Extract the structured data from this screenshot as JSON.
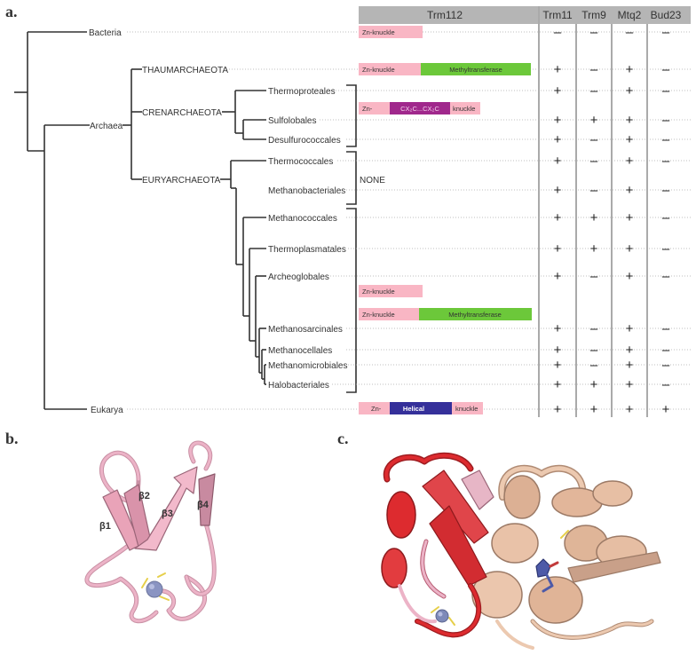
{
  "panels": {
    "a": "a.",
    "b": "b.",
    "c": "c."
  },
  "table_headers": [
    "Trm112",
    "Trm11",
    "Trm9",
    "Mtq2",
    "Bud23"
  ],
  "taxa": {
    "bacteria": "Bacteria",
    "archaea": "Archaea",
    "eukarya": "Eukarya",
    "thaum": "THAUMARCHAEOTA",
    "cren": "CRENARCHAEOTA",
    "eury": "EURYARCHAEOTA",
    "thermoproteales": "Thermoproteales",
    "sulfolobales": "Sulfolobales",
    "desulfurococcales": "Desulfurococcales",
    "thermococcales": "Thermococcales",
    "methanobacteriales": "Methanobacteriales",
    "methanococcales": "Methanococcales",
    "thermoplasmatales": "Thermoplasmatales",
    "archeoglobales": "Archeoglobales",
    "methanosarcinales": "Methanosarcinales",
    "methanocellales": "Methanocellales",
    "methanomicrobiales": "Methanomicrobiales",
    "halobacteriales": "Halobacteriales"
  },
  "domains": {
    "zn_knuckle": "Zn-knuckle",
    "methyltransferase": "Methyltransferase",
    "zn_prefix": "Zn-",
    "cxxc": "CX₂C...CX₂C",
    "knuckle": "knuckle",
    "helical": "Helical",
    "none": "NONE"
  },
  "rows": [
    {
      "taxon": "Bacteria",
      "values": [
        "-",
        "-",
        "-",
        "-"
      ]
    },
    {
      "taxon": "THAUMARCHAEOTA",
      "values": [
        "+",
        "-",
        "+",
        "-"
      ]
    },
    {
      "taxon": "Thermoproteales",
      "values": [
        "+",
        "-",
        "+",
        "-"
      ]
    },
    {
      "taxon": "Sulfolobales",
      "values": [
        "+",
        "+",
        "+",
        "-"
      ]
    },
    {
      "taxon": "Desulfurococcales",
      "values": [
        "+",
        "-",
        "+",
        "-"
      ]
    },
    {
      "taxon": "Thermococcales",
      "values": [
        "+",
        "-",
        "+",
        "-"
      ]
    },
    {
      "taxon": "Methanobacteriales",
      "values": [
        "+",
        "-",
        "+",
        "-"
      ]
    },
    {
      "taxon": "Methanococcales",
      "values": [
        "+",
        "+",
        "+",
        "-"
      ]
    },
    {
      "taxon": "Thermoplasmatales",
      "values": [
        "+",
        "+",
        "+",
        "-"
      ]
    },
    {
      "taxon": "Archeoglobales",
      "values": [
        "+",
        "-",
        "+",
        "-"
      ]
    },
    {
      "taxon": "Methanosarcinales",
      "values": [
        "+",
        "-",
        "+",
        "-"
      ]
    },
    {
      "taxon": "Methanocellales",
      "values": [
        "+",
        "-",
        "+",
        "-"
      ]
    },
    {
      "taxon": "Methanomicrobiales",
      "values": [
        "+",
        "-",
        "+",
        "-"
      ]
    },
    {
      "taxon": "Halobacteriales",
      "values": [
        "+",
        "+",
        "+",
        "-"
      ]
    },
    {
      "taxon": "Eukarya",
      "values": [
        "+",
        "+",
        "+",
        "+"
      ]
    }
  ],
  "strand_labels": [
    "β1",
    "β2",
    "β3",
    "β4"
  ],
  "colors": {
    "zn_knuckle": "#f9b6c4",
    "methyltransferase": "#6cc83a",
    "cxxc": "#a0288c",
    "helical": "#35309a",
    "header_bg": "#b5b5b5",
    "trm112_ribbon": "#e9a3b8",
    "mtase_ribbon": "#e2b69a",
    "trm112_red": "#dd2b2f"
  }
}
